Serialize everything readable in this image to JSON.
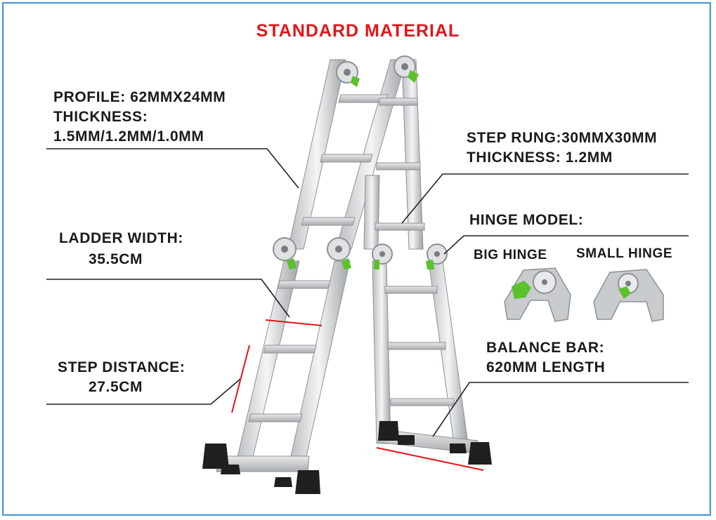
{
  "title": "STANDARD MATERIAL",
  "profile": {
    "line1": "PROFILE: 62MMX24MM",
    "line2": "THICKNESS:",
    "line3": "1.5MM/1.2MM/1.0MM"
  },
  "step_rung": {
    "line1": "STEP RUNG:30MMX30MM",
    "line2": "THICKNESS: 1.2MM"
  },
  "hinge": {
    "model_label": "HINGE MODEL:",
    "big_label": "BIG HINGE",
    "small_label": "SMALL HINGE"
  },
  "ladder_width": {
    "line1": "LADDER WIDTH:",
    "line2": "35.5CM"
  },
  "step_distance": {
    "line1": "STEP DISTANCE:",
    "line2": "27.5CM"
  },
  "balance_bar": {
    "line1": "BALANCE BAR:",
    "line2": "620MM LENGTH"
  },
  "colors": {
    "title": "#e0161b",
    "accent_green": "#5cc12a",
    "measure_red": "#e0161b",
    "frame_blue": "#4a9ad8"
  }
}
